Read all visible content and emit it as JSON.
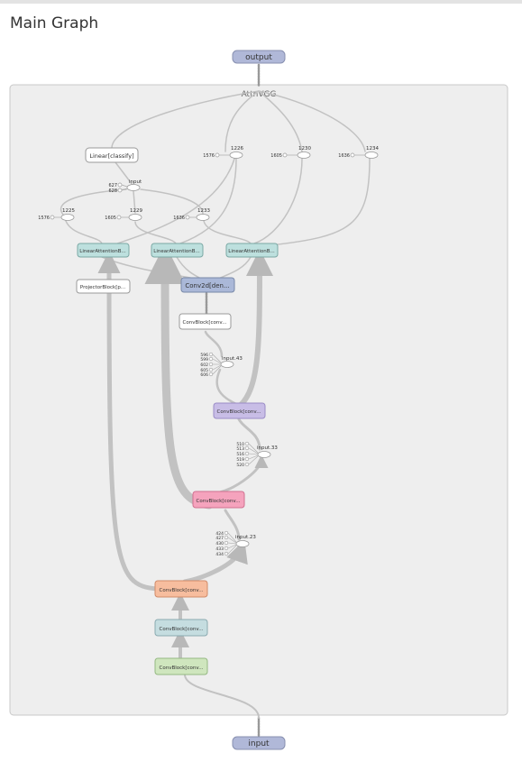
{
  "page": {
    "title": "Main Graph"
  },
  "graph": {
    "terminals": {
      "output": "output",
      "input": "input"
    },
    "group_label": "AttnVGG",
    "modules": {
      "linear": "Linear[classify]",
      "lin_att_1": "LinearAttentionB...",
      "lin_att_2": "LinearAttentionB...",
      "lin_att_3": "LinearAttentionB...",
      "projector": "ProjectorBlock[p...",
      "conv2d": "Conv2d[den...",
      "convblock_white": "ConvBlock[conv...",
      "convblock_purple": "ConvBlock[conv...",
      "convblock_pink": "ConvBlock[conv...",
      "convblock_orange": "ConvBlock[conv...",
      "convblock_teal": "ConvBlock[conv...",
      "convblock_green": "ConvBlock[conv..."
    },
    "ops": {
      "op_1226": "1226",
      "op_1230": "1230",
      "op_1234": "1234",
      "op_input": "input",
      "op_1225": "1225",
      "op_1229": "1229",
      "op_1233": "1233",
      "op_input43": "input.43",
      "op_input33": "input.33",
      "op_input23": "input.23"
    },
    "constants": {
      "c1576a": "1576",
      "c1605a": "1605",
      "c1636a": "1636",
      "c627": "627",
      "c628": "628",
      "c1576b": "1576",
      "c1605b": "1605",
      "c1636b": "1636",
      "in43": [
        "596",
        "599",
        "602",
        "605",
        "606"
      ],
      "in33": [
        "510",
        "513",
        "516",
        "519",
        "520"
      ],
      "in23": [
        "424",
        "427",
        "430",
        "433",
        "434"
      ]
    },
    "colors": {
      "terminal": "#b0b8d8",
      "group_bg": "#eeeeee",
      "teal": "#bde0de",
      "conv2d": "#aab8d8",
      "purple": "#c8bde6",
      "pink": "#f5a3bd",
      "orange": "#f7bd9e",
      "teal2": "#c5dde0",
      "green": "#cfe6be",
      "edge": "#c2c2c2"
    }
  }
}
